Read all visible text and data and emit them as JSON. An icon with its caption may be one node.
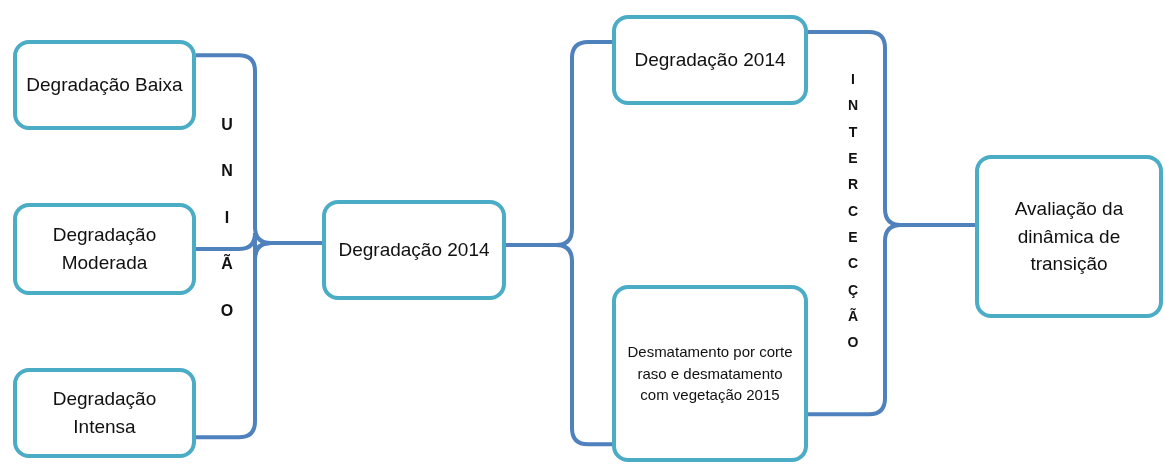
{
  "diagram": {
    "nodes": [
      {
        "text": [
          "Degradação Baixa"
        ]
      },
      {
        "text": [
          "Degradação Moderada"
        ]
      },
      {
        "text": [
          "Degradação Intensa"
        ]
      },
      {
        "text": [
          "Degradação 2014"
        ]
      },
      {
        "text": [
          "Degradação 2014"
        ]
      },
      {
        "text": [
          "Desmatamento por corte raso e desmatamento com vegetação 2015"
        ]
      },
      {
        "text": [
          "Avaliação da dinâmica de transição"
        ]
      }
    ],
    "edges": [
      {
        "from": 0,
        "to": 3,
        "arrow": "none"
      },
      {
        "from": 1,
        "to": 3,
        "arrow": "none"
      },
      {
        "from": 2,
        "to": 3,
        "arrow": "none"
      },
      {
        "from": 3,
        "to": 4,
        "arrow": "none"
      },
      {
        "from": 3,
        "to": 5,
        "arrow": "none"
      },
      {
        "from": 4,
        "to": 6,
        "arrow": "none"
      },
      {
        "from": 5,
        "to": 6,
        "arrow": "none"
      }
    ],
    "labels": [
      "UNIÃO",
      "INTERCECÇÃO"
    ]
  }
}
